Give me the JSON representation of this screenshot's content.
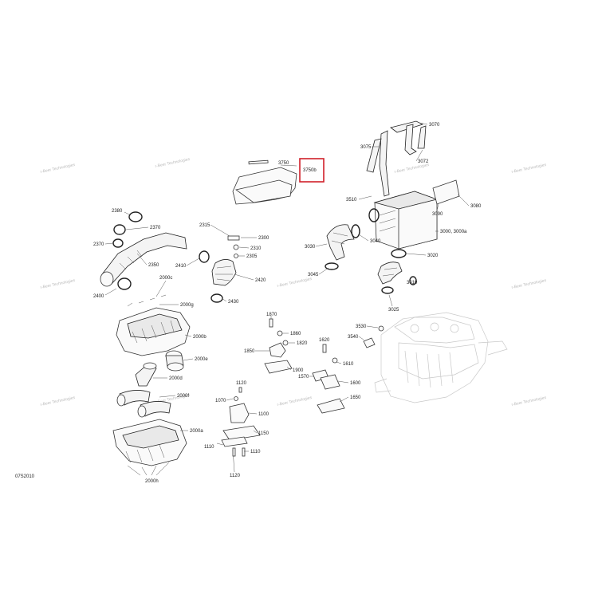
{
  "diagram_code": "07S2010",
  "watermark_text": "r-Beer Technologies",
  "highlight_color": "#d0202a",
  "highlighted_callout": "3750b",
  "callouts": {
    "c3750": "3750",
    "c3750b": "3750b",
    "c3075": "3075",
    "c3070": "3070",
    "c3072": "3072",
    "c3510": "3510",
    "c3090": "3090",
    "c3080": "3080",
    "c3000": "3000, 3000a",
    "c3040": "3040",
    "c3030": "3030",
    "c3020": "3020",
    "c3045": "3045",
    "c3010": "3010",
    "c3025": "3025",
    "c2380": "2380",
    "c2370": "2370",
    "c2370b": "2370",
    "c2350": "2350",
    "c2400": "2400",
    "c2315": "2315",
    "c2300": "2300",
    "c2310": "2310",
    "c2305": "2305",
    "c2410": "2410",
    "c2420": "2420",
    "c2430": "2430",
    "c2000c": "2000c",
    "c2000g": "2000g",
    "c2000b": "2000b",
    "c2000e": "2000e",
    "c2000d": "2000d",
    "c2000f": "2000f",
    "c2000a": "2000a",
    "c2000h": "2000h",
    "c1870": "1870",
    "c1860": "1860",
    "c1820": "1820",
    "c1850": "1850",
    "c1900": "1900",
    "c1620": "1620",
    "c1610": "1610",
    "c1570": "1570",
    "c1600": "1600",
    "c1650": "1650",
    "c3530": "3530",
    "c3540": "3540",
    "c1120a": "1120",
    "c1070": "1070",
    "c1100": "1100",
    "c1150": "1150",
    "c1110a": "1110",
    "c1110b": "1110",
    "c1120b": "1120"
  }
}
